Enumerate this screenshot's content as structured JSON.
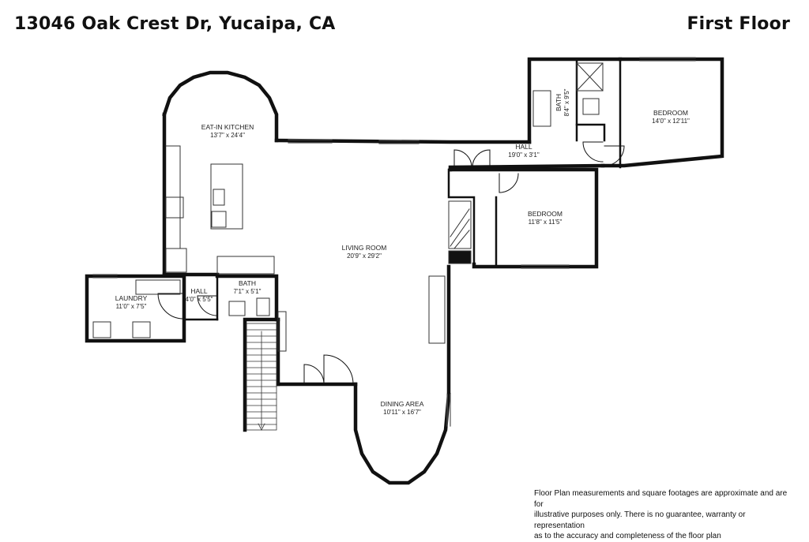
{
  "header": {
    "address": "13046 Oak Crest Dr, Yucaipa, CA",
    "floor_label": "First Floor"
  },
  "rooms": {
    "eat_in_kitchen": {
      "name": "EAT-IN KITCHEN",
      "dims": "13'7\" x 24'4\""
    },
    "living_room": {
      "name": "LIVING ROOM",
      "dims": "20'9\" x 29'2\""
    },
    "laundry": {
      "name": "LAUNDRY",
      "dims": "11'0\" x 7'5\""
    },
    "hall_west": {
      "name": "HALL",
      "dims": "4'0\" x 5'5\""
    },
    "bath_half": {
      "name": "BATH",
      "dims": "7'1\" x 5'1\""
    },
    "dining_area": {
      "name": "DINING AREA",
      "dims": "10'11\" x 16'7\""
    },
    "hall_east": {
      "name": "HALL",
      "dims": "19'0\" x 3'1\""
    },
    "bath_east": {
      "name": "BATH",
      "dims": "8'4\" x 9'5\""
    },
    "bedroom_1": {
      "name": "BEDROOM",
      "dims": "14'0\" x 12'11\""
    },
    "bedroom_2": {
      "name": "BEDROOM",
      "dims": "11'8\" x 11'5\""
    }
  },
  "disclaimer": {
    "line1": "Floor Plan measurements and square footages are approximate and are for",
    "line2": "illustrative purposes only. There is no guarantee, warranty or representation",
    "line3": "as to the accuracy and completeness of the floor plan"
  }
}
